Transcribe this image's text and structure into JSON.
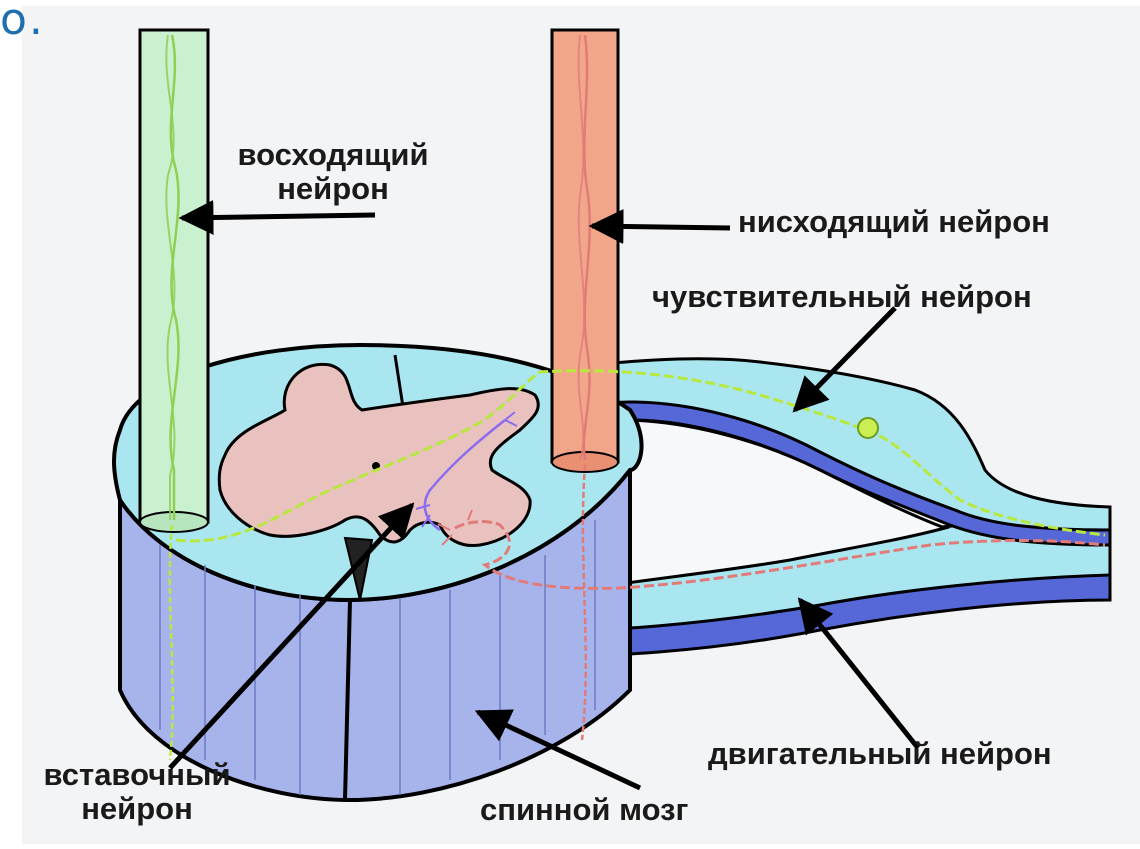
{
  "corner_fragment": "о.",
  "labels": {
    "ascending_line1": "восходящий",
    "ascending_line2": "нейрон",
    "descending": "нисходящий нейрон",
    "sensory": "чувствительный нейрон",
    "motor": "двигательный нейрон",
    "interneuron_line1": "вставочный",
    "interneuron_line2": "нейрон",
    "spinal_cord": "спинной мозг"
  },
  "colors": {
    "background": "#f3f4f6",
    "cord_top": "#a9e6ef",
    "cord_side": "#a7b4ec",
    "grey_matter": "#e9c2c0",
    "ascending_column": "#c9f0cf",
    "descending_column": "#f2a689",
    "sensory_fiber": "#b8e840",
    "motor_fiber": "#e27a78",
    "interneuron_fiber": "#8a6cf0",
    "nerve_dark": "#5668d8",
    "label_text": "#1a1a1a",
    "corner_text": "#1d6fb0"
  }
}
